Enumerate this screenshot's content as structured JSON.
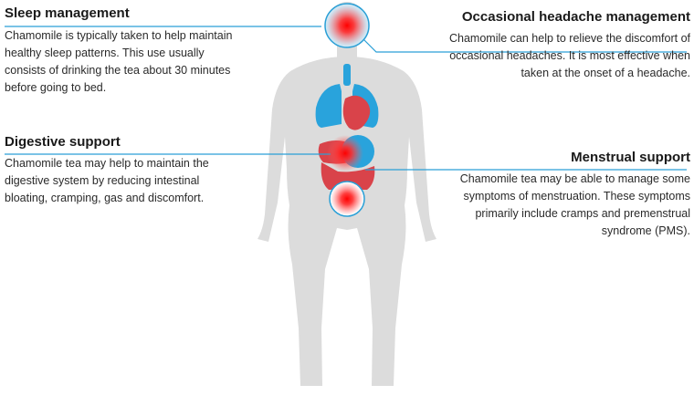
{
  "sections": {
    "sleep": {
      "title": "Sleep management",
      "text": "Chamomile is typically taken to help maintain healthy sleep patterns. This use usually consists of drinking the tea about 30 minutes before going to bed."
    },
    "digestive": {
      "title": "Digestive support",
      "text": "Chamomile tea may help to maintain the digestive system by reducing intestinal bloating, cramping, gas and discomfort."
    },
    "headache": {
      "title": "Occasional headache management",
      "text": "Chamomile can help to relieve the discomfort of occasional headaches. It is most effective when taken at the onset of a headache."
    },
    "menstrual": {
      "title": "Menstrual support",
      "text": "Chamomile tea may be able to manage some symptoms of menstruation. These symptoms primarily include cramps and premenstrual syndrome (PMS)."
    }
  },
  "colors": {
    "silhouette": "#dcdcdc",
    "organ_blue": "#29a3dc",
    "organ_red": "#d9434a",
    "pointer_line": "#2a9fd6",
    "hotspot": "#ff1a1a"
  },
  "icons": [
    "human-body-silhouette",
    "brain-hotspot-icon",
    "lungs-icon",
    "heart-icon",
    "stomach-hotspot-icon",
    "pelvis-hotspot-icon"
  ]
}
